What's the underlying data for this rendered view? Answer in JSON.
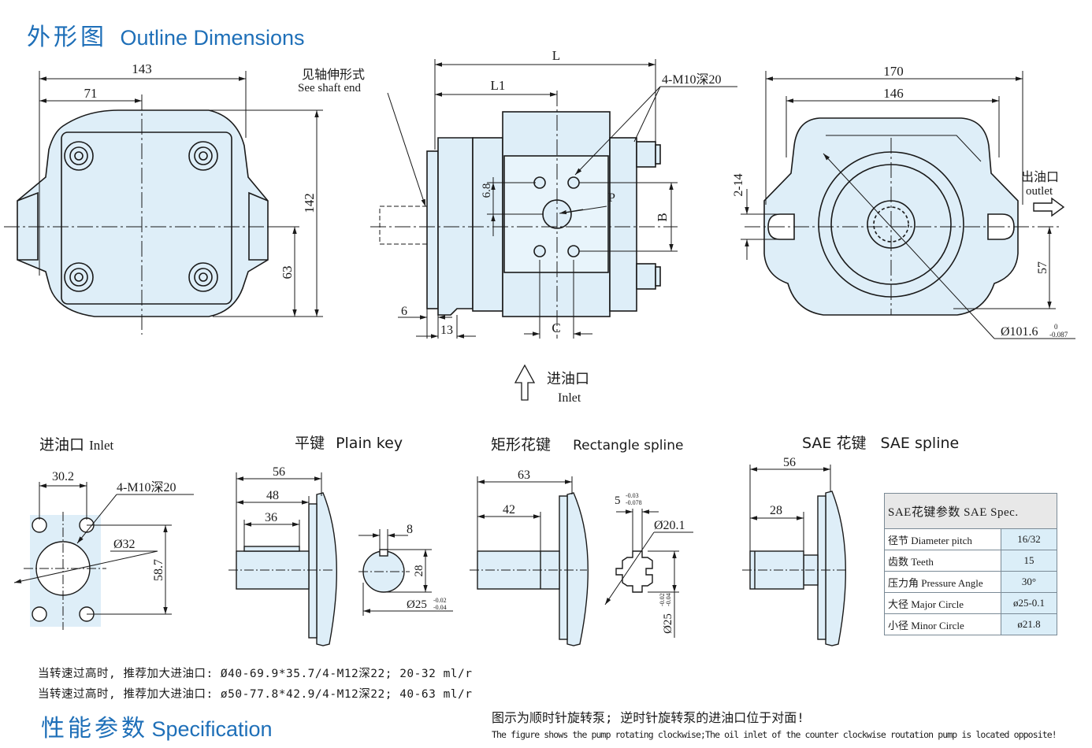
{
  "title": {
    "cn": "外形图",
    "en": "Outline Dimensions"
  },
  "spec_title": {
    "cn": "性能参数",
    "en": "Specification"
  },
  "front_view": {
    "d143": "143",
    "d71": "71",
    "d142": "142",
    "d63": "63"
  },
  "side_view": {
    "shaft_note_cn": "见轴伸形式",
    "shaft_note_en": "See shaft end",
    "L": "L",
    "L1": "L1",
    "thread": "4-M10深20",
    "d68": "6.8",
    "P": "P",
    "B": "B",
    "C": "C",
    "d6": "6",
    "d13": "13"
  },
  "rear_view": {
    "d170": "170",
    "d146": "146",
    "d214": "2-14",
    "d57": "57",
    "pilot": "Ø101.6",
    "pilot_tol_up": "0",
    "pilot_tol_low": "-0.087",
    "outlet_cn": "出油口",
    "outlet_en": "outlet"
  },
  "inlet_arrow": {
    "cn": "进油口",
    "en": "Inlet"
  },
  "inlet_detail": {
    "title_cn": "进油口",
    "title_en": "Inlet",
    "d302": "30.2",
    "thread": "4-M10深20",
    "d32": "Ø32",
    "d587": "58.7"
  },
  "plain_key": {
    "title_cn": "平键",
    "title_en": "Plain key",
    "d56": "56",
    "d48": "48",
    "d36": "36",
    "d8": "8",
    "d28": "28",
    "dia": "Ø25",
    "tol_up": "-0.02",
    "tol_low": "-0.04"
  },
  "rect_spline": {
    "title_cn": "矩形花键",
    "title_en": "Rectangle spline",
    "d63": "63",
    "d42": "42",
    "d5": "5",
    "tol_up": "-0.03",
    "tol_low": "-0.078",
    "d201": "Ø20.1",
    "dia": "Ø25",
    "dia_tol_up": "-0.02",
    "dia_tol_low": "-0.04"
  },
  "sae_spline": {
    "title_cn": "SAE 花键",
    "title_en": "SAE spline",
    "d56": "56",
    "d28": "28"
  },
  "sae_table": {
    "header": "SAE花键参数 SAE Spec.",
    "rows": [
      {
        "label": "径节 Diameter pitch",
        "value": "16/32"
      },
      {
        "label": "齿数 Teeth",
        "value": "15"
      },
      {
        "label": "压力角 Pressure Angle",
        "value": "30°"
      },
      {
        "label": "大径 Major Circle",
        "value": "ø25-0.1"
      },
      {
        "label": "小径 Minor Circle",
        "value": "ø21.8"
      }
    ]
  },
  "notes": [
    "当转速过高时, 推荐加大进油口: Ø40-69.9*35.7/4-M12深22; 20-32 ml/r",
    "当转速过高时, 推荐加大进油口: ø50-77.8*42.9/4-M12深22; 40-63 ml/r"
  ],
  "rotation_note": {
    "cn": "图示为顺时针旋转泵; 逆时针旋转泵的进油口位于对面!",
    "en": "The figure shows the pump rotating clockwise;The oil inlet of the counter clockwise routation pump is located opposite!"
  },
  "colors": {
    "fill": "#deeef8",
    "line": "#1a1a1a",
    "accent": "#1e6fb8"
  }
}
